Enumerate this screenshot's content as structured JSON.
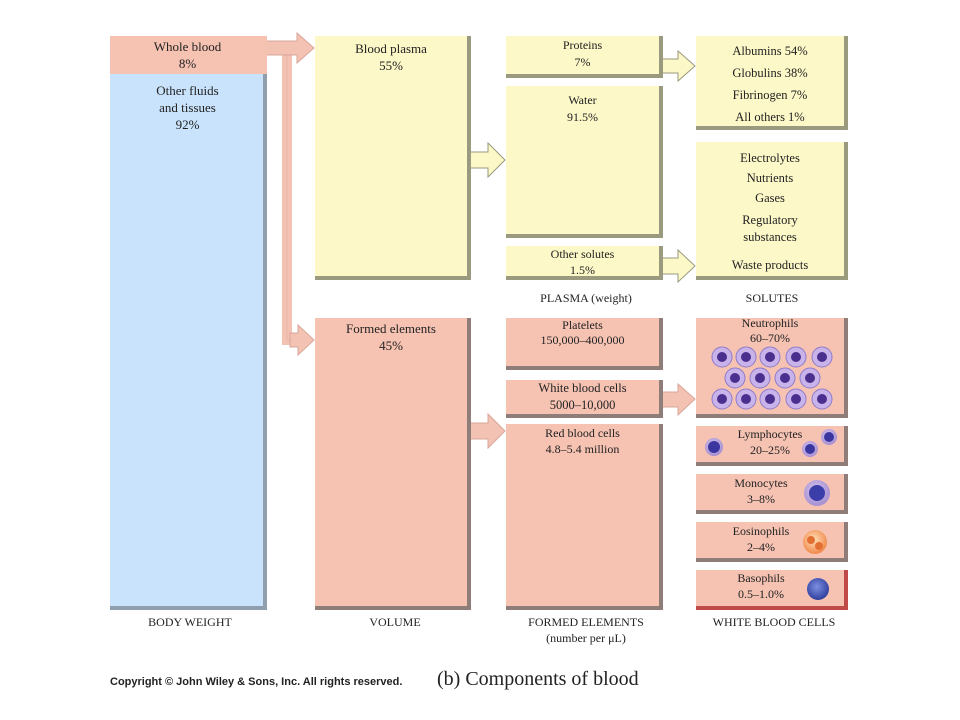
{
  "body_weight": {
    "whole_blood": "Whole blood",
    "whole_blood_pct": "8%",
    "other_fluids_1": "Other fluids",
    "other_fluids_2": "and tissues",
    "other_fluids_pct": "92%",
    "column_label": "BODY WEIGHT"
  },
  "volume": {
    "plasma": "Blood plasma",
    "plasma_pct": "55%",
    "formed": "Formed elements",
    "formed_pct": "45%",
    "column_label": "VOLUME"
  },
  "plasma_weight": {
    "proteins": "Proteins",
    "proteins_pct": "7%",
    "water": "Water",
    "water_pct": "91.5%",
    "other_solutes": "Other solutes",
    "other_solutes_pct": "1.5%",
    "column_label": "PLASMA (weight)"
  },
  "solutes": {
    "proteins_list": [
      "Albumins 54%",
      "Globulins 38%",
      "Fibrinogen 7%",
      "All others 1%"
    ],
    "other_list": [
      "Electrolytes",
      "Nutrients",
      "Gases",
      "Regulatory",
      "substances",
      "Waste products"
    ],
    "column_label": "SOLUTES"
  },
  "formed_elements": {
    "platelets": "Platelets",
    "platelets_count": "150,000–400,000",
    "wbc": "White blood cells",
    "wbc_count": "5000–10,000",
    "rbc": "Red blood cells",
    "rbc_count": "4.8–5.4 million",
    "column_label_1": "FORMED ELEMENTS",
    "column_label_2": "(number per μL)"
  },
  "wbc_types": {
    "neutrophils": "Neutrophils",
    "neutrophils_pct": "60–70%",
    "lymphocytes": "Lymphocytes",
    "lymphocytes_pct": "20–25%",
    "monocytes": "Monocytes",
    "monocytes_pct": "3–8%",
    "eosinophils": "Eosinophils",
    "eosinophils_pct": "2–4%",
    "basophils": "Basophils",
    "basophils_pct": "0.5–1.0%",
    "column_label": "WHITE BLOOD CELLS"
  },
  "copyright": "Copyright © John Wiley & Sons, Inc. All rights reserved.",
  "caption": "(b) Components of blood",
  "colors": {
    "plasma_yellow": "#fcf8c8",
    "formed_pink": "#f6c3b3",
    "body_blue": "#c8e3fb",
    "rbc_red": "#d8343a",
    "arrow_pink": "#f4c2b3"
  }
}
